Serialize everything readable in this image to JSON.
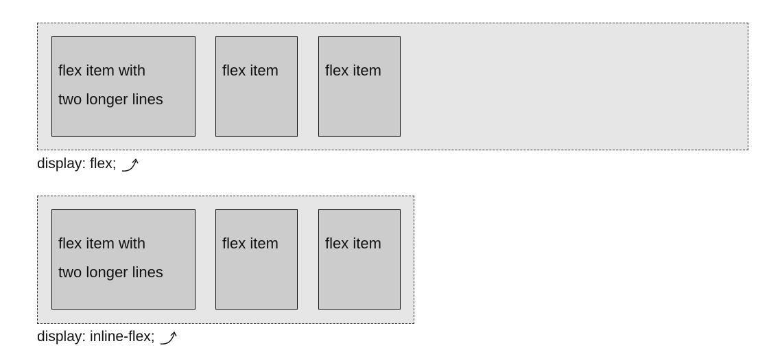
{
  "diagrams": [
    {
      "id": "flex",
      "items": [
        {
          "lines": [
            "flex item with",
            "two longer lines"
          ]
        },
        {
          "lines": [
            "flex item"
          ]
        },
        {
          "lines": [
            "flex item"
          ]
        }
      ],
      "caption": "display: flex;",
      "caption_icon": "curved-arrow-up-right-icon"
    },
    {
      "id": "inline-flex",
      "items": [
        {
          "lines": [
            "flex item with",
            "two longer lines"
          ]
        },
        {
          "lines": [
            "flex item"
          ]
        },
        {
          "lines": [
            "flex item"
          ]
        }
      ],
      "caption": "display: inline-flex;",
      "caption_icon": "curved-arrow-up-right-icon"
    }
  ],
  "colors": {
    "container_bg": "#e6e6e6",
    "item_bg": "#cccccc",
    "border": "#111111"
  }
}
